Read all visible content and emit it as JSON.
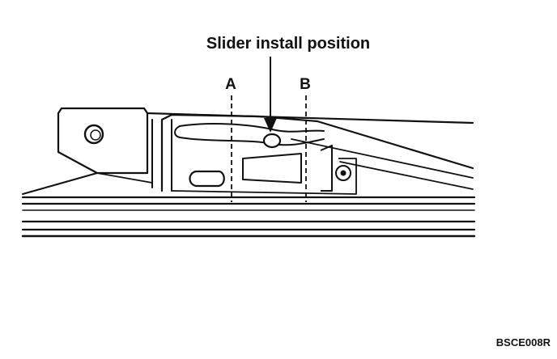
{
  "callout": {
    "label": "Slider install position"
  },
  "reference_lines": [
    {
      "label": "A"
    },
    {
      "label": "B"
    }
  ],
  "figure_code": "BSCE008R",
  "colors": {
    "ink": "#111111",
    "paper": "#ffffff"
  }
}
